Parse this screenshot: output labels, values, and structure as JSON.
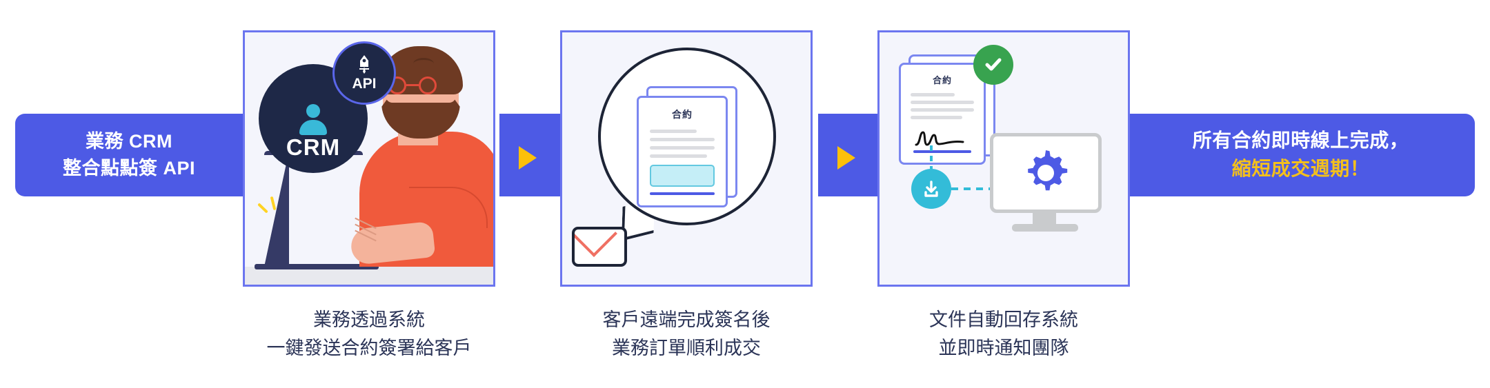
{
  "colors": {
    "band_blue": "#4d5ae5",
    "arrow_yellow": "#fcc00a",
    "highlight_gold": "#f4c01c",
    "panel_border": "#6b75ef",
    "panel_bg": "#f4f5fc",
    "caption_navy": "#2b3457",
    "badge_green": "#38a34f",
    "accent_cyan": "#33bcd8",
    "shirt_red": "#f05a3c"
  },
  "band_left": {
    "line1": "業務 CRM",
    "line2": "整合點點簽 API"
  },
  "band_right": {
    "line1": "所有合約即時線上完成，",
    "line2": "縮短成交週期！"
  },
  "arrows": {
    "arrow1": "play-arrow",
    "arrow2": "play-arrow"
  },
  "steps": [
    {
      "id": "step-1",
      "caption_line1": "業務透過系統",
      "caption_line2": "一鍵發送合約簽署給客戶",
      "badges": {
        "crm": "CRM",
        "api": "API"
      },
      "icons": {
        "person": "person-icon",
        "pen_nib": "pen-nib-icon",
        "spark": "spark-icon",
        "laptop": "laptop-icon"
      }
    },
    {
      "id": "step-2",
      "caption_line1": "客戶遠端完成簽名後",
      "caption_line2": "業務訂單順利成交",
      "document_title": "合約",
      "icons": {
        "speech_bubble": "speech-bubble-icon",
        "envelope": "envelope-icon",
        "signature_box": "signature-box-icon"
      }
    },
    {
      "id": "step-3",
      "caption_line1": "文件自動回存系統",
      "caption_line2": "並即時通知團隊",
      "document_title": "合約",
      "icons": {
        "check": "check-circle-icon",
        "signature": "signature-icon",
        "download": "download-icon",
        "monitor": "monitor-icon",
        "gear": "gear-icon"
      }
    }
  ]
}
